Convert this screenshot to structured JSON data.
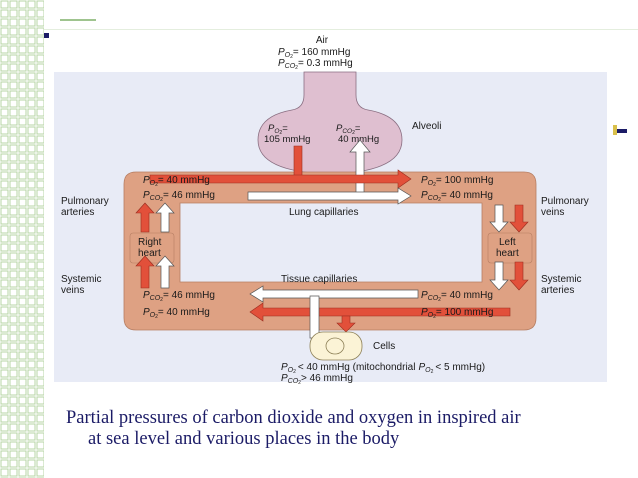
{
  "diagram": {
    "air": {
      "title": "Air",
      "po2": "= 160 mmHg",
      "pco2": "= 0.3 mmHg"
    },
    "alveoli": {
      "label": "Alveoli",
      "po2_value": "105 mmHg",
      "pco2_value": "40 mmHg"
    },
    "lung": {
      "capillaries_label": "Lung capillaries",
      "in_po2": "= 40 mmHg",
      "in_pco2": "= 46 mmHg",
      "out_po2": "= 100 mmHg",
      "out_pco2": "= 40 mmHg"
    },
    "tissue": {
      "capillaries_label": "Tissue capillaries",
      "venous_pco2": "= 46 mmHg",
      "venous_po2": "= 40 mmHg",
      "arterial_pco2": "= 40 mmHg",
      "arterial_po2": "= 100 mmHg"
    },
    "vessels": {
      "pulmonary_arteries": [
        "Pulmonary",
        "arteries"
      ],
      "pulmonary_veins": [
        "Pulmonary",
        "veins"
      ],
      "systemic_veins": [
        "Systemic",
        "veins"
      ],
      "systemic_arteries": [
        "Systemic",
        "arteries"
      ]
    },
    "heart": {
      "right": [
        "Right",
        "heart"
      ],
      "left": [
        "Left",
        "heart"
      ]
    },
    "cells": {
      "label": "Cells",
      "po2": "< 40 mmHg (mitochondrial",
      "po2_mito": "< 5 mmHg)",
      "pco2": "> 46 mmHg"
    },
    "symbols": {
      "p": "P",
      "o2": "O",
      "co2": "CO",
      "two": "2"
    }
  },
  "caption": {
    "line1": "Partial pressures of carbon dioxide and oxygen in inspired air",
    "line2": "at sea level and various places in the body"
  },
  "colors": {
    "panel_bg": "#e8ebf6",
    "vessel": "#dea183",
    "alveoli": "#dfbfd0",
    "o2_arrow": "#e2503a",
    "co2_arrow": "#ffffff",
    "text": "#1a1a1a",
    "caption": "#1b1b66",
    "deco": "#9fc48f"
  }
}
